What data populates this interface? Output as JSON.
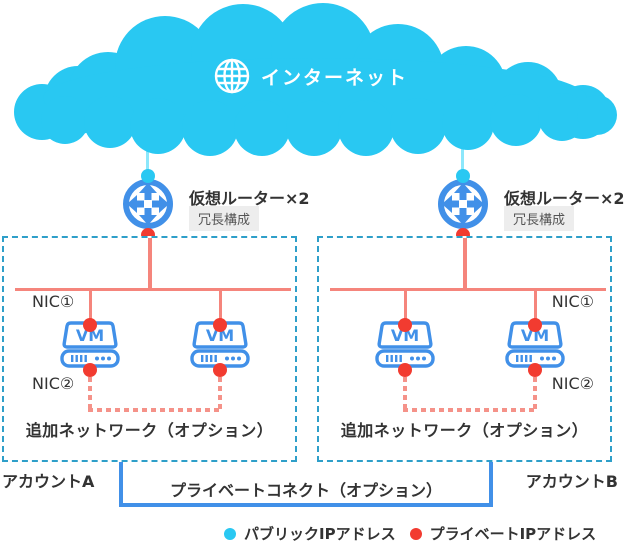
{
  "internet": {
    "label": "インターネット"
  },
  "router": {
    "label": "仮想ルーター×2",
    "badge": "冗長構成"
  },
  "accounts": [
    {
      "name": "アカウントA",
      "nic1": "NIC①",
      "nic2": "NIC②",
      "vm1": "VM",
      "vm2": "VM",
      "additional_network": "追加ネットワーク（オプション）"
    },
    {
      "name": "アカウントB",
      "nic1": "NIC①",
      "nic2": "NIC②",
      "vm1": "VM",
      "vm2": "VM",
      "additional_network": "追加ネットワーク（オプション）"
    }
  ],
  "private_connect": {
    "label": "プライベートコネクト（オプション）"
  },
  "legend": {
    "public": {
      "label": "パブリックIPアドレス",
      "color": "#29C8F2"
    },
    "private": {
      "label": "プライベートIPアドレス",
      "color": "#F23B30"
    }
  },
  "colors": {
    "cloud": "#29C8F2",
    "blue": "#4190E8",
    "public_line": "#8CE7FB",
    "private_line": "#F5857C",
    "public_dot": "#29C8F2",
    "private_dot": "#F23B30",
    "box_border": "#2E9FC9"
  }
}
